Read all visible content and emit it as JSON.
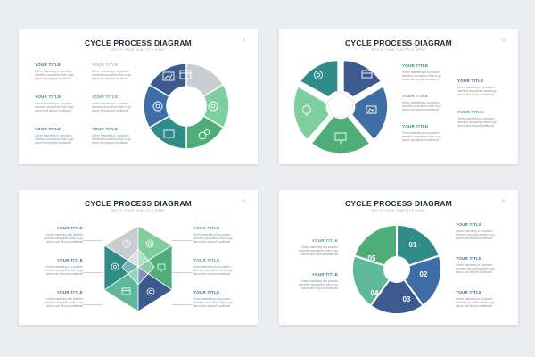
{
  "slides": [
    {
      "title": "CYCLE PROCESS DIAGRAM",
      "subtitle": "WRITE YOUR SUBTITLE HERE",
      "page": "9",
      "items": [
        {
          "label": "YOUR TITLE",
          "body": "Green marketing is a practice whereby companies seek to go above and beyond traditional"
        },
        {
          "label": "YOUR TITLE",
          "body": "Green marketing is a practice whereby companies seek to go above and beyond traditional"
        },
        {
          "label": "YOUR TITLE",
          "body": "Green marketing is a practice whereby companies seek to go above and beyond traditional"
        },
        {
          "label": "YOUR TITLE",
          "body": "Green marketing is a practice whereby companies seek to go above and beyond traditional"
        },
        {
          "label": "YOUR TITLE",
          "body": "Green marketing is a practice whereby companies seek to go above and beyond traditional"
        },
        {
          "label": "YOUR TITLE",
          "body": "Green marketing is a practice whereby companies seek to go above and beyond traditional"
        }
      ],
      "icons": [
        "browser-window-icon",
        "gear-chart-icon",
        "gears-icon",
        "presentation-board-icon",
        "target-icon",
        "analytics-screen-icon"
      ]
    },
    {
      "title": "CYCLE PROCESS DIAGRAM",
      "subtitle": "WRITE YOUR SUBTITLE HERE",
      "page": "10",
      "items": [
        {
          "label": "YOUR TITLE",
          "body": "Green marketing is a practice whereby companies seek to go above and beyond traditional"
        },
        {
          "label": "YOUR TITLE",
          "body": "Green marketing is a practice whereby companies seek to go above and beyond traditional"
        },
        {
          "label": "YOUR TITLE",
          "body": "Green marketing is a practice whereby companies seek to go above and beyond traditional"
        },
        {
          "label": "YOUR TITLE",
          "body": "Green marketing is a practice whereby companies seek to go above and beyond traditional"
        },
        {
          "label": "YOUR TITLE",
          "body": "Green marketing is a practice whereby companies seek to go above and beyond traditional"
        }
      ],
      "icons": [
        "browser-window-icon",
        "gear-chart-icon",
        "analytics-screen-icon",
        "presentation-board-icon",
        "idea-icon"
      ]
    },
    {
      "title": "CYCLE PROCESS DIAGRAM",
      "subtitle": "WRITE YOUR SUBTITLE HERE",
      "page": "11",
      "items": [
        {
          "label": "YOUR TITLE",
          "body": "Green marketing is a practice whereby companies seek to go above and beyond traditional"
        },
        {
          "label": "YOUR TITLE",
          "body": "Green marketing is a practice whereby companies seek to go above and beyond traditional"
        },
        {
          "label": "YOUR TITLE",
          "body": "Green marketing is a practice whereby companies seek to go above and beyond traditional"
        },
        {
          "label": "YOUR TITLE",
          "body": "Green marketing is a practice whereby companies seek to go above and beyond traditional"
        },
        {
          "label": "YOUR TITLE",
          "body": "Green marketing is a practice whereby companies seek to go above and beyond traditional"
        },
        {
          "label": "YOUR TITLE",
          "body": "Green marketing is a practice whereby companies seek to go above and beyond traditional"
        }
      ],
      "icons": [
        "pie-chart-icon",
        "target-icon",
        "gears-icon",
        "org-chart-icon",
        "browser-window-icon",
        "presentation-board-icon"
      ]
    },
    {
      "title": "CYCLE PROCESS DIAGRAM",
      "subtitle": "WRITE YOUR SUBTITLE HERE",
      "page": "12",
      "items": [
        {
          "label": "YOUR TITLE",
          "body": "Green marketing is a practice whereby companies seek to go above and beyond traditional"
        },
        {
          "label": "YOUR TITLE",
          "body": "Green marketing is a practice whereby companies seek to go above and beyond traditional"
        },
        {
          "label": "YOUR TITLE",
          "body": "Green marketing is a practice whereby companies seek to go above and beyond traditional"
        },
        {
          "label": "YOUR TITLE",
          "body": "Green marketing is a practice whereby companies seek to go above and beyond traditional"
        },
        {
          "label": "YOUR TITLE",
          "body": "Green marketing is a practice whereby companies seek to go above and beyond traditional"
        }
      ],
      "numbers": [
        "01",
        "02",
        "03",
        "04",
        "05"
      ]
    }
  ],
  "colors": {
    "blue": "#3f6ea6",
    "navy": "#3d5a8f",
    "teal": "#2f8c88",
    "green": "#4fae78",
    "light_green": "#7fcf9e",
    "grey": "#c9cdd2",
    "title": "#1d2b3a",
    "body_text": "#8a939c"
  }
}
